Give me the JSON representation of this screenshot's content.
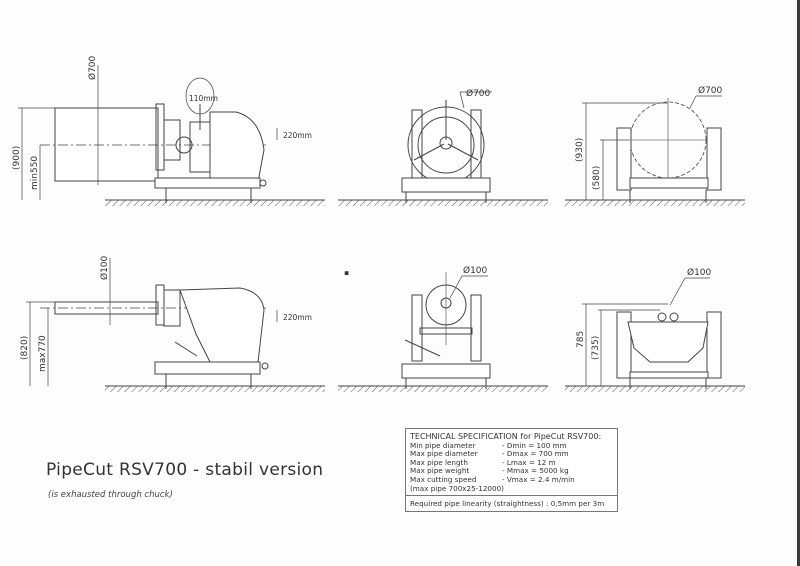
{
  "drawing": {
    "title": "PipeCut RSV700 - stabil version",
    "subtitle": "(is exhausted through chuck)",
    "views": [
      {
        "id": "side-max-pipe",
        "labels": {
          "diameter": "Ø700",
          "clearance": "110mm",
          "offset": "220mm",
          "overall_height": "(900)",
          "axis_height": "min550"
        }
      },
      {
        "id": "front-max-pipe",
        "labels": {
          "diameter": "Ø700"
        }
      },
      {
        "id": "rear-max-pipe",
        "labels": {
          "diameter": "Ø700",
          "overall_height": "(930)",
          "axis_height": "(580)"
        }
      },
      {
        "id": "side-min-pipe",
        "labels": {
          "diameter": "Ø100",
          "offset": "220mm",
          "overall_height": "(820)",
          "axis_height": "max770"
        }
      },
      {
        "id": "front-min-pipe",
        "labels": {
          "diameter": "Ø100"
        }
      },
      {
        "id": "rear-min-pipe",
        "labels": {
          "diameter": "Ø100",
          "overall_height": "785",
          "axis_height": "(735)"
        }
      }
    ]
  },
  "spec": {
    "heading": "TECHNICAL SPECIFICATION for PipeCut RSV700:",
    "rows": [
      {
        "label": "Min pipe diameter",
        "value": "- Dmin = 100 mm"
      },
      {
        "label": "Max pipe diameter",
        "value": "- Dmax = 700 mm"
      },
      {
        "label": "Max pipe length",
        "value": "- Lmax = 12 m"
      },
      {
        "label": "Max pipe weight",
        "value": "- Mmax = 5000 kg"
      },
      {
        "label": "Max cutting speed",
        "value": "- Vmax = 2.4 m/min"
      }
    ],
    "note": "(max pipe 700x25-12000)",
    "footer": "Required pipe linearity (straightness) : 0,5mm per 3m"
  }
}
